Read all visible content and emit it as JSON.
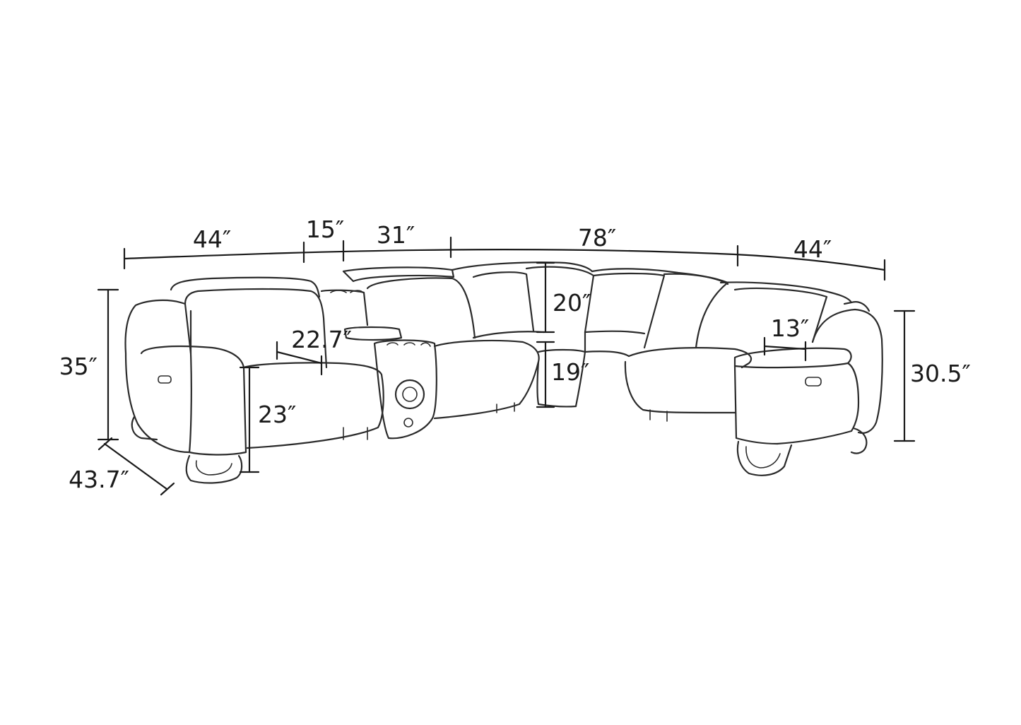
{
  "dimensions": {
    "left_section_width": "44″",
    "console_width": "15″",
    "armless_seat_width": "31″",
    "corner_span_width": "78″",
    "right_section_width": "44″",
    "overall_height_left": "35″",
    "overall_depth": "43.7″",
    "seat_depth": "22.7″",
    "seat_height": "23″",
    "backrest_height": "20″",
    "seat_cushion_height": "19″",
    "arm_width": "13″",
    "arm_height_right": "30.5″"
  }
}
